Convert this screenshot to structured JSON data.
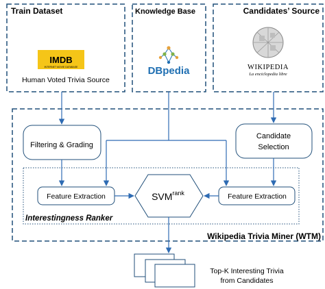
{
  "sections": {
    "train": {
      "title": "Train Dataset",
      "logo_text": "IMDB",
      "logo_subtext": "INTERNET MOVIE DATABASE",
      "caption": "Human Voted Trivia Source"
    },
    "knowledge": {
      "title": "Knowledge Base",
      "logo_text": "DBpedia"
    },
    "candidates": {
      "title": "Candidates’ Source",
      "logo_text": "WIKIPEDIA",
      "logo_subtext": "La enciclopedia libre"
    }
  },
  "miner": {
    "title": "Wikipedia Trivia Miner (WTM)",
    "filtering_label": "Filtering & Grading",
    "candidate_selection_line1": "Candidate",
    "candidate_selection_line2": "Selection",
    "ranker": {
      "title": "Interestingness Ranker",
      "feature_extraction_left": "Feature Extraction",
      "feature_extraction_right": "Feature Extraction",
      "svm_label": "SVM",
      "svm_superscript": "rank"
    }
  },
  "output": {
    "line1": "Top-K Interesting Trivia",
    "line2": "from Candidates"
  },
  "colors": {
    "dashed_border": "#1f4e79",
    "arrow": "#2e6bb3",
    "imdb_yellow": "#f5c518",
    "dbpedia_blue": "#1f6fb2"
  }
}
